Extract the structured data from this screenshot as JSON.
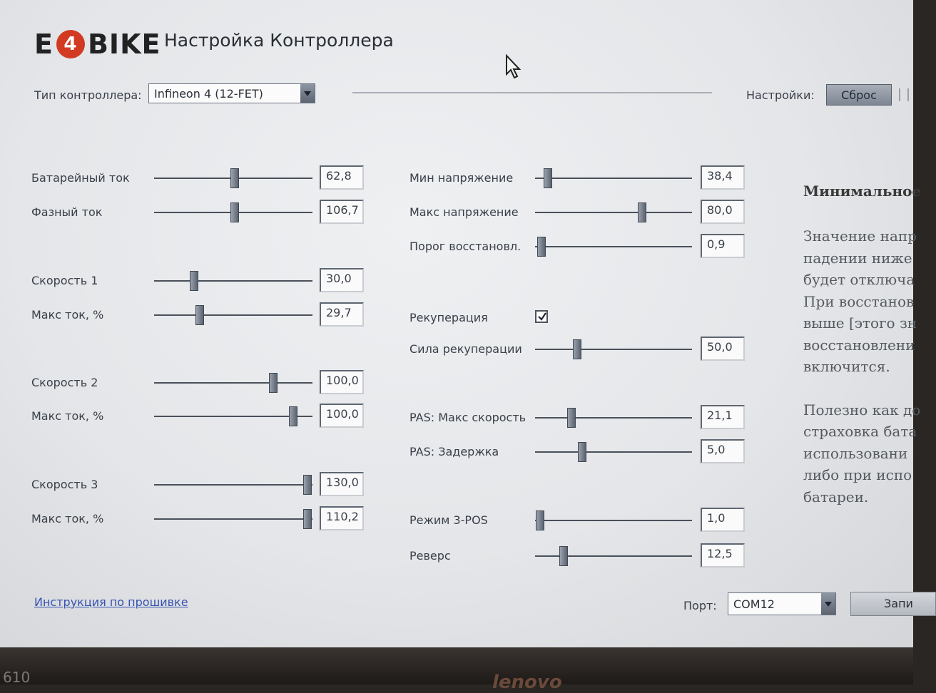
{
  "app": {
    "logo_e": "E",
    "logo_4": "4",
    "logo_bike": "BIKE",
    "title": "Настройка Контроллера"
  },
  "controller": {
    "label": "Тип контроллера:",
    "value": "Infineon 4 (12-FET)"
  },
  "settings": {
    "label": "Настройки:",
    "reset_label": "Сброс"
  },
  "left_sliders": [
    {
      "label": "Батарейный ток",
      "value": "62,8",
      "level": 0.51
    },
    {
      "label": "Фазный ток",
      "value": "106,7",
      "level": 0.51
    },
    {
      "label": "Скорость 1",
      "value": "30,0",
      "level": 0.25
    },
    {
      "label": "Макс ток, %",
      "value": "29,7",
      "level": 0.29
    },
    {
      "label": "Скорость 2",
      "value": "100,0",
      "level": 0.75
    },
    {
      "label": "Макс ток, %",
      "value": "100,0",
      "level": 0.88
    },
    {
      "label": "Скорость 3",
      "value": "130,0",
      "level": 0.97
    },
    {
      "label": "Макс ток, %",
      "value": "110,2",
      "level": 0.97
    }
  ],
  "right_sliders": [
    {
      "label": "Мин напряжение",
      "value": "38,4",
      "level": 0.08
    },
    {
      "label": "Макс напряжение",
      "value": "80,0",
      "level": 0.68
    },
    {
      "label": "Порог восстановл.",
      "value": "0,9",
      "level": 0.04
    }
  ],
  "regen": {
    "checkbox_label": "Рекуперация",
    "checked": true,
    "strength_label": "Сила рекуперации",
    "strength_value": "50,0",
    "strength_level": 0.27
  },
  "pas_sliders": [
    {
      "label": "PAS: Макс скорость",
      "value": "21,1",
      "level": 0.23
    },
    {
      "label": "PAS: Задержка",
      "value": "5,0",
      "level": 0.3
    }
  ],
  "bottom_sliders": [
    {
      "label": "Режим 3-POS",
      "value": "1,0",
      "level": 0.03
    },
    {
      "label": "Реверс",
      "value": "12,5",
      "level": 0.18
    }
  ],
  "help": {
    "title": "Минимальное",
    "para1": [
      "Значение напр",
      "падении ниже",
      "будет отключа",
      "При восстанов",
      "выше [этого зн",
      "восстановлени",
      "включится."
    ],
    "para2": [
      "Полезно как до",
      "страховка бата",
      "использовани",
      "либо при испо",
      "батареи."
    ]
  },
  "footer": {
    "firmware_link": "Инструкция по прошивке",
    "port_label": "Порт:",
    "port_value": "COM12",
    "write_label": "Запи"
  },
  "bezel": {
    "model": "610",
    "brand": "lenovo"
  },
  "colors": {
    "logo_circle": "#d23a22",
    "link": "#3552b0"
  }
}
